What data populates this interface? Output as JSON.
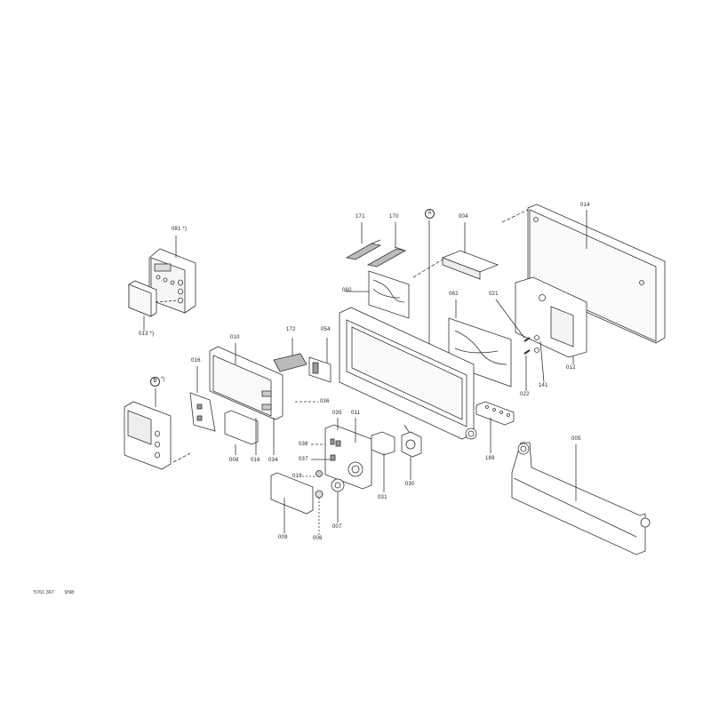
{
  "diagram": {
    "type": "exploded-parts-view",
    "document_number": "5761 367",
    "document_date": "9/98",
    "markers": [
      {
        "id": "A",
        "label": "A"
      },
      {
        "id": "B",
        "label": "B",
        "suffix": "*)"
      }
    ],
    "labels": {
      "p081": "081 *)",
      "p013": "013 *)",
      "p171": "171",
      "p170": "170",
      "p004": "004",
      "p014": "014",
      "p060": "060",
      "p062": "062",
      "p021": "021",
      "p012": "012",
      "p141": "141",
      "p022": "022",
      "p010": "010",
      "p172": "172",
      "p054": "054",
      "p016a": "016",
      "p036": "036",
      "p008": "008",
      "p016b": "016",
      "p034": "034",
      "p035": "035",
      "p011": "011",
      "p038": "038",
      "p037": "037",
      "p019": "019",
      "p031": "031",
      "p030": "030",
      "p189": "189",
      "p005": "005",
      "p009": "009",
      "p006": "006",
      "p007": "007"
    }
  }
}
